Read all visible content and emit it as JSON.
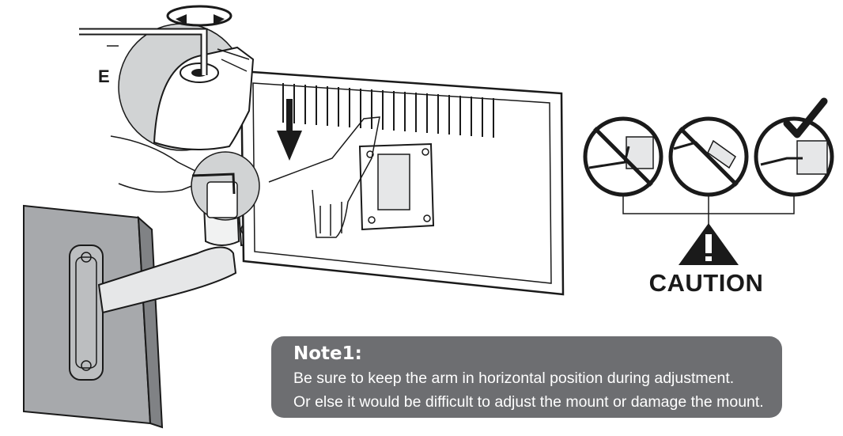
{
  "labels": {
    "tool": "E",
    "caution": "CAUTION"
  },
  "note": {
    "title": "Note1:",
    "lines": [
      "Be sure to keep the arm in horizontal position during adjustment.",
      "Or else it would be difficult to adjust the mount or damage the mount."
    ]
  },
  "icons": {
    "hex_key": "hex-key-icon",
    "rotate_arrows": "rotate-arrows-icon",
    "down_arrow": "down-arrow-icon",
    "prohibited": "prohibited-icon",
    "check": "check-mark-icon",
    "warning": "warning-triangle-icon"
  },
  "colors": {
    "line": "#1a1a1a",
    "wall": "#a7a9ac",
    "wall_side": "#808285",
    "magnifier": "#d1d3d4",
    "note_bg": "#6d6e71",
    "note_text": "#ffffff"
  }
}
